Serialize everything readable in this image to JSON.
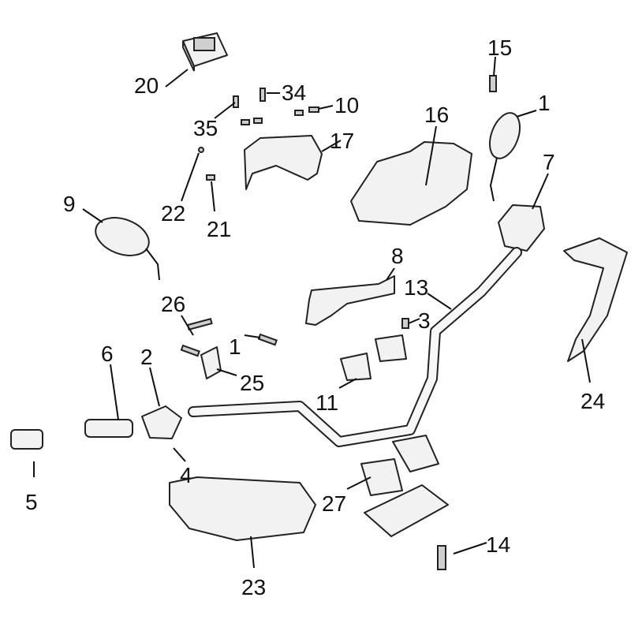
{
  "diagram": {
    "title": "Handlebar assembly exploded view",
    "callouts": [
      {
        "id": "c20",
        "text": "20"
      },
      {
        "id": "c34",
        "text": "34"
      },
      {
        "id": "c35",
        "text": "35"
      },
      {
        "id": "c10",
        "text": "10"
      },
      {
        "id": "c17",
        "text": "17"
      },
      {
        "id": "c16",
        "text": "16"
      },
      {
        "id": "c15",
        "text": "15"
      },
      {
        "id": "c1a",
        "text": "1"
      },
      {
        "id": "c7",
        "text": "7"
      },
      {
        "id": "c9",
        "text": "9"
      },
      {
        "id": "c22",
        "text": "22"
      },
      {
        "id": "c21",
        "text": "21"
      },
      {
        "id": "c8",
        "text": "8"
      },
      {
        "id": "c13",
        "text": "13"
      },
      {
        "id": "c3",
        "text": "3"
      },
      {
        "id": "c26",
        "text": "26"
      },
      {
        "id": "c1b",
        "text": "1"
      },
      {
        "id": "c25",
        "text": "25"
      },
      {
        "id": "c6",
        "text": "6"
      },
      {
        "id": "c2",
        "text": "2"
      },
      {
        "id": "c11",
        "text": "11"
      },
      {
        "id": "c24",
        "text": "24"
      },
      {
        "id": "c5",
        "text": "5"
      },
      {
        "id": "c4",
        "text": "4"
      },
      {
        "id": "c27",
        "text": "27"
      },
      {
        "id": "c14",
        "text": "14"
      },
      {
        "id": "c23",
        "text": "23"
      }
    ]
  }
}
